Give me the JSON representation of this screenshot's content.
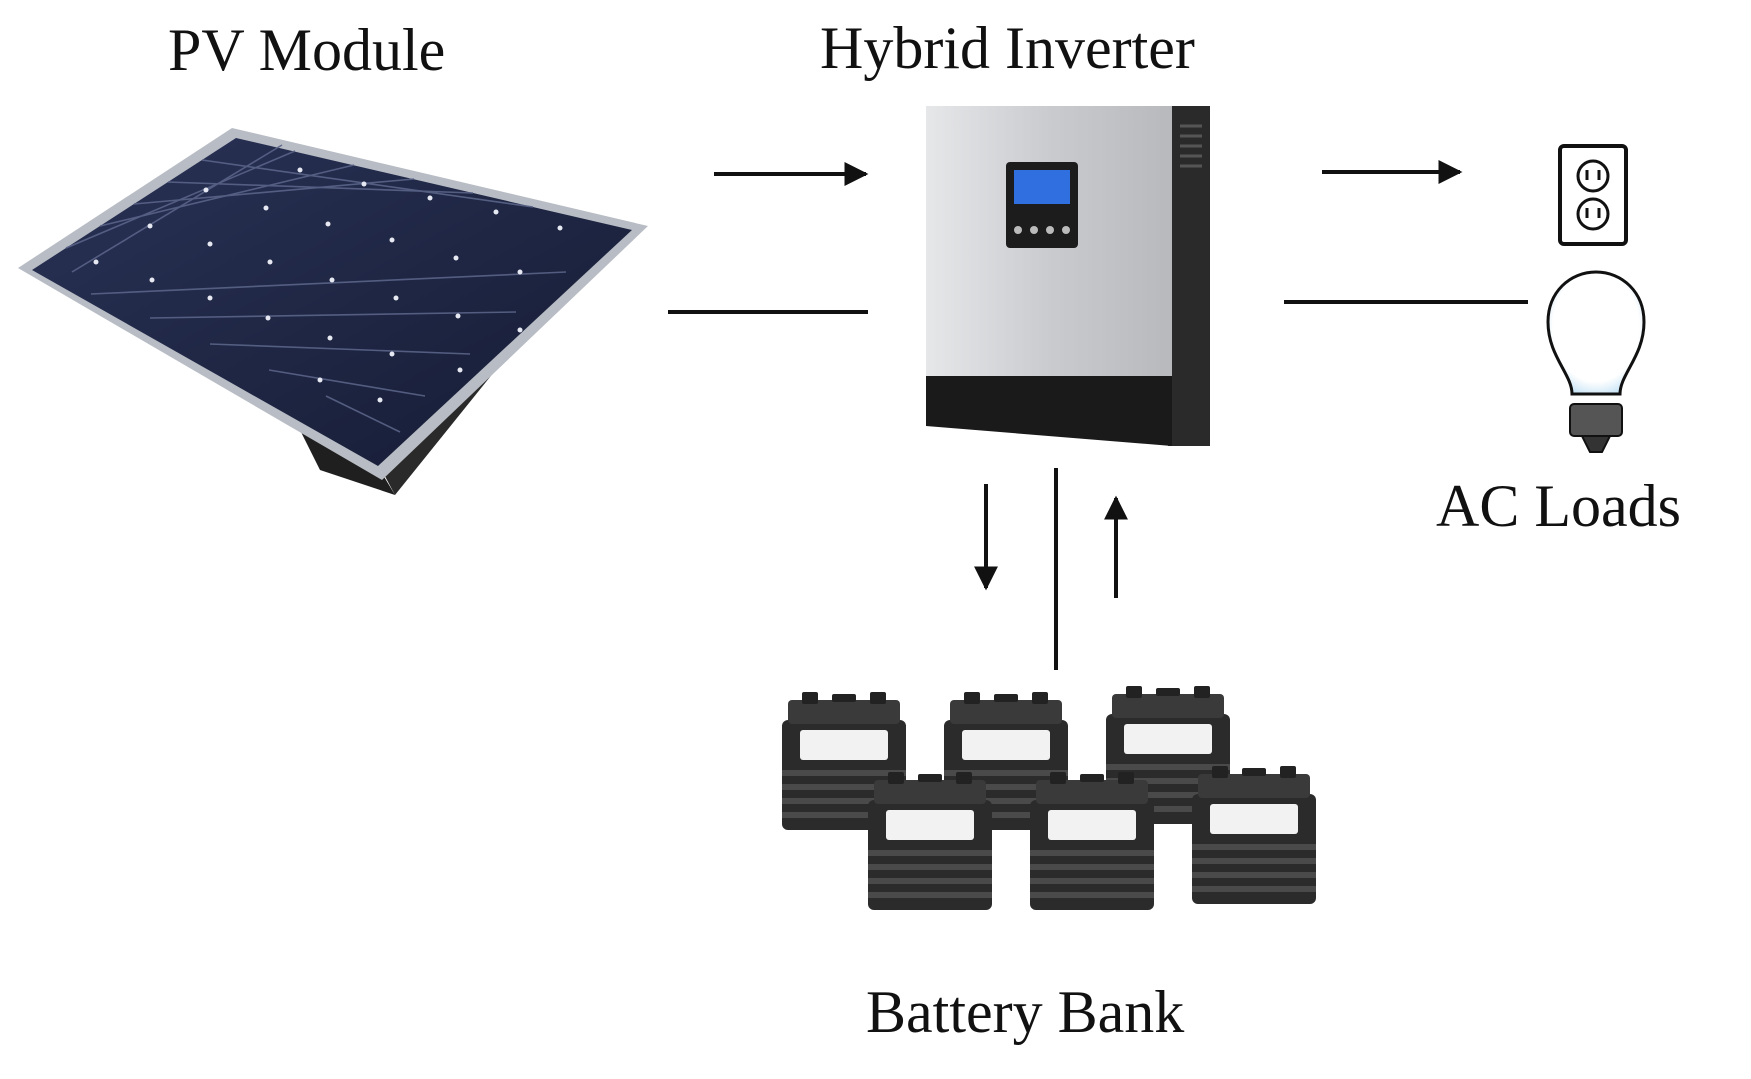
{
  "labels": {
    "pv_module": "PV Module",
    "hybrid_inverter": "Hybrid Inverter",
    "ac_loads": "AC Loads",
    "battery_bank": "Battery Bank"
  },
  "colors": {
    "line": "#111111",
    "panel_cell": "#1b2340",
    "panel_frame": "#b8bcc4",
    "inverter_body": "#cfd1d4",
    "inverter_base": "#1a1a1a",
    "inverter_display": "#2f6fe0",
    "battery_body": "#2e2e2e",
    "battery_label": "#f2f2f2"
  },
  "icons": {
    "pv": "solar-panel-icon",
    "inverter": "inverter-icon",
    "outlet": "power-outlet-icon",
    "bulb": "light-bulb-icon",
    "battery": "battery-icon"
  }
}
